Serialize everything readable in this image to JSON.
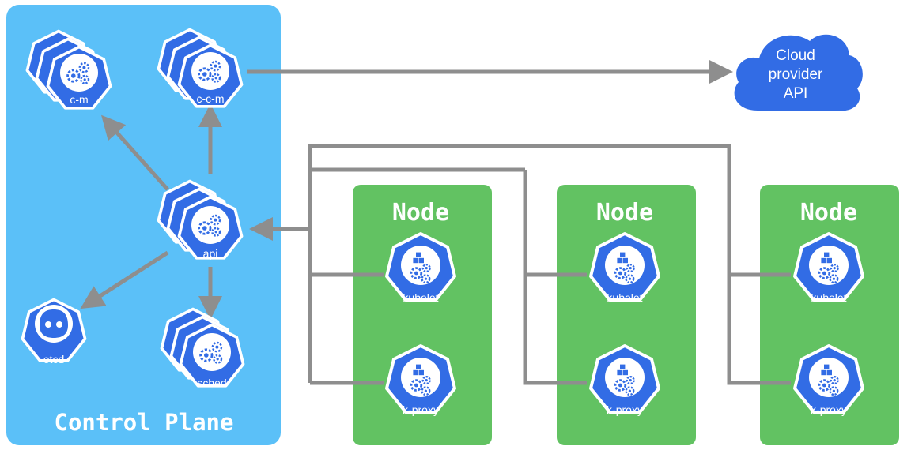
{
  "control_plane": {
    "title": "Control Plane",
    "color": "#5bc0f8",
    "components": {
      "cm": "c-m",
      "ccm": "c-c-m",
      "api": "api",
      "etcd": "etcd",
      "sched": "sched"
    }
  },
  "cloud": {
    "line1": "Cloud",
    "line2": "provider",
    "line3": "API",
    "color": "#326ce5"
  },
  "nodes": [
    {
      "title": "Node",
      "kubelet": "kubelet",
      "proxy": "k-proxy"
    },
    {
      "title": "Node",
      "kubelet": "kubelet",
      "proxy": "k-proxy"
    },
    {
      "title": "Node",
      "kubelet": "kubelet",
      "proxy": "k-proxy"
    }
  ],
  "colors": {
    "node_bg": "#62c262",
    "k8s_blue": "#326ce5",
    "connector": "#8e8e8e"
  },
  "icons": {
    "controller": "gears-icon",
    "worker": "cubes-gears-icon",
    "etcd": "etcd-icon"
  }
}
